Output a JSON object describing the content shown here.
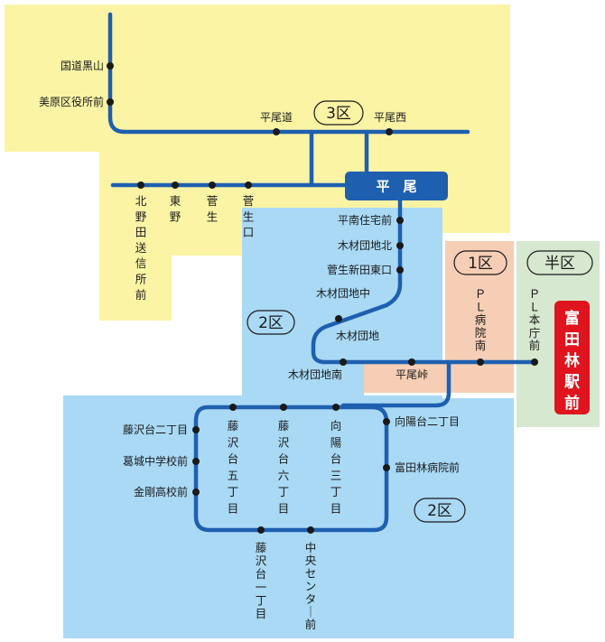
{
  "colors": {
    "zone3": "#fbf4a5",
    "zone2": "#a9d9f5",
    "zone1": "#f6ceb5",
    "zone_half": "#d6e8cf",
    "route_line": "#1e5fb0",
    "hub_box": "#1e5fb0",
    "terminal_box": "#e0141e",
    "stop_dot": "#1a1a1a"
  },
  "zones": {
    "zone3": "3区",
    "zone2_upper": "2区",
    "zone2_lower": "2区",
    "zone1": "1区",
    "zone_half": "半区"
  },
  "hub": {
    "name": "平　尾"
  },
  "terminal": {
    "name": "富田林駅前"
  },
  "stops": {
    "kokudo_kuroyama": "国道黒山",
    "mihara_kuyakusho": "美原区役所前",
    "hirao_michi": "平尾道",
    "hirao_nishi": "平尾西",
    "kitanoda_soshinsho": "北野田送信所前",
    "higashino": "東野",
    "suge": "菅生",
    "suge_guchi": "菅生口",
    "heinan_jutaku": "平南住宅前",
    "mokuzai_kita": "木材団地北",
    "suge_shinden": "菅生新田東口",
    "mokuzai_naka": "木材団地中",
    "mokuzai": "木材団地",
    "mokuzai_minami": "木材団地南",
    "hirao_toge": "平尾峠",
    "pl_byoin_minami": "ＰＬ病院南",
    "pl_honcho": "ＰＬ本庁前",
    "fujisawa_2": "藤沢台二丁目",
    "katsuragi_chugaku": "葛城中学校前",
    "kongo_koko": "金剛高校前",
    "fujisawa_5": "藤沢台五丁目",
    "fujisawa_6": "藤沢台六丁目",
    "mukaihi_3": "向陽台三丁目",
    "mukaihi_2": "向陽台二丁目",
    "tondabayashi_byoin": "富田林病院前",
    "fujisawa_1": "藤沢台一丁目",
    "chuo_center": "中央センター前"
  }
}
